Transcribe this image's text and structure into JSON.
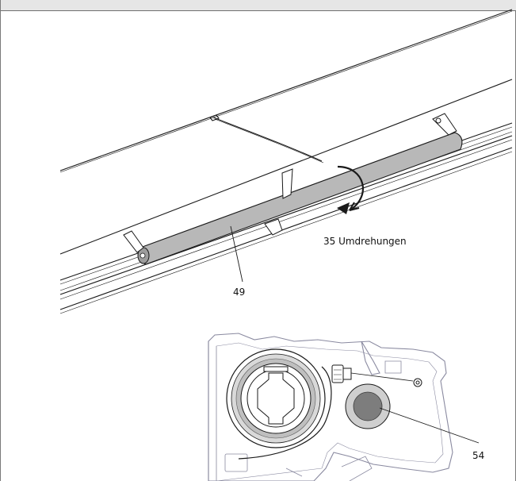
{
  "labels": {
    "rotation": "35 Umdrehungen",
    "part_tube": "49",
    "part_spool": "54"
  },
  "colors": {
    "line": "#1a1a1a",
    "tube_fill": "#b8b8b8",
    "spool_outer": "#cfcfcf",
    "spool_inner": "#7d7d7d",
    "profile_line": "#8a8aa0",
    "frame_border": "#7a7a7a",
    "topbar": "#e6e6e6"
  }
}
